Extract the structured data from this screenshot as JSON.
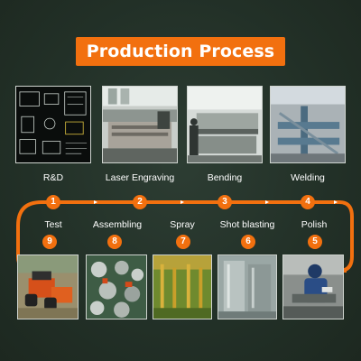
{
  "title": "Production Process",
  "colors": {
    "accent": "#f2700f",
    "background": "#243229",
    "text": "#ffffff"
  },
  "steps_top": [
    {
      "number": "1",
      "label": "R&D"
    },
    {
      "number": "2",
      "label": "Laser Engraving"
    },
    {
      "number": "3",
      "label": "Bending"
    },
    {
      "number": "4",
      "label": "Welding"
    }
  ],
  "steps_bottom": [
    {
      "number": "5",
      "label": "Polish"
    },
    {
      "number": "6",
      "label": "Shot blasting"
    },
    {
      "number": "7",
      "label": "Spray"
    },
    {
      "number": "8",
      "label": "Assembling"
    },
    {
      "number": "9",
      "label": "Test"
    }
  ]
}
